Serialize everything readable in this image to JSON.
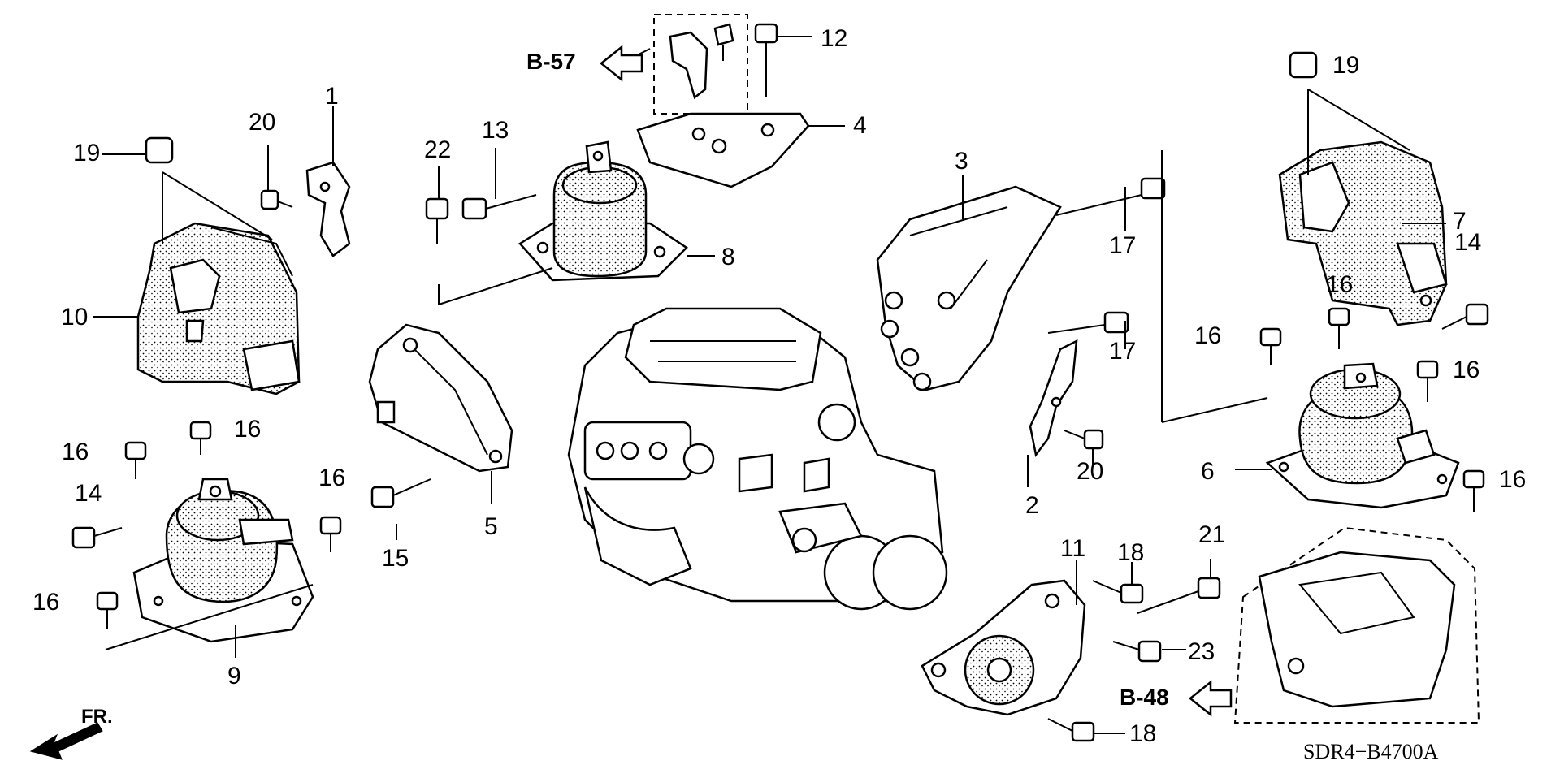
{
  "diagram": {
    "code": "SDR4−B4700A",
    "front_label": "FR.",
    "refs": {
      "b57": "B-57",
      "b48": "B-48"
    },
    "callouts": {
      "c1": "1",
      "c2": "2",
      "c3": "3",
      "c4": "4",
      "c5": "5",
      "c6": "6",
      "c7": "7",
      "c8": "8",
      "c9": "9",
      "c10": "10",
      "c11": "11",
      "c12": "12",
      "c13": "13",
      "c14a": "14",
      "c14b": "14",
      "c15": "15",
      "c16a": "16",
      "c16b": "16",
      "c16c": "16",
      "c16d": "16",
      "c16e": "16",
      "c16f": "16",
      "c16g": "16",
      "c16h": "16",
      "c17a": "17",
      "c17b": "17",
      "c18a": "18",
      "c18b": "18",
      "c19a": "19",
      "c19b": "19",
      "c20a": "20",
      "c20b": "20",
      "c21": "21",
      "c22": "22",
      "c23": "23"
    }
  }
}
